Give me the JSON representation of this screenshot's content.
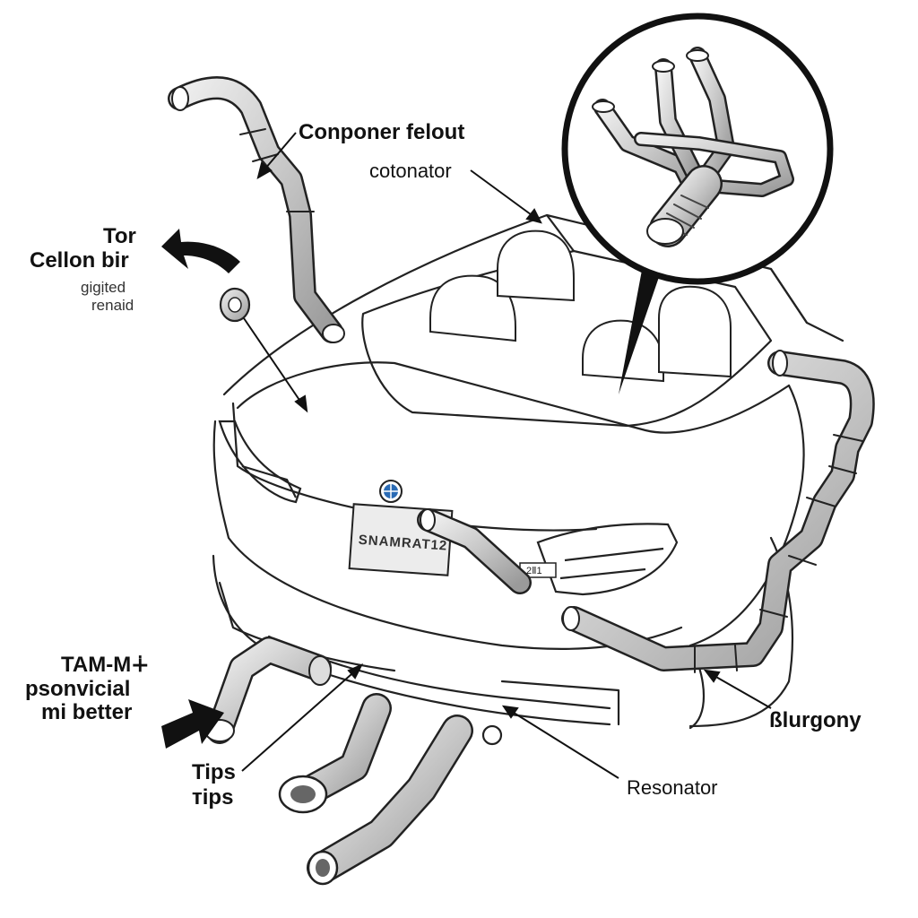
{
  "labels": {
    "component_title": "Conponer felout",
    "cotonator": "cotonator",
    "tor": "Tor",
    "cellon": "Cellon bir",
    "gigited": "gigịted",
    "renaid": "renaid",
    "tam": "TAM-M∔",
    "psonvicial": "psonvicial",
    "mi_better": "mi better",
    "tips_1": "Tips",
    "tips_2": "тips",
    "burgony": "ßlurgony",
    "resonator": "Resonator"
  },
  "car": {
    "plate_text": "SNAMRAT12",
    "small_badge": "2Ⅱ1"
  },
  "colors": {
    "line": "#222222",
    "pipe_fill": "#d4d4d4",
    "pipe_shade": "#a8a8a8",
    "badge_blue": "#2a6bb5"
  }
}
